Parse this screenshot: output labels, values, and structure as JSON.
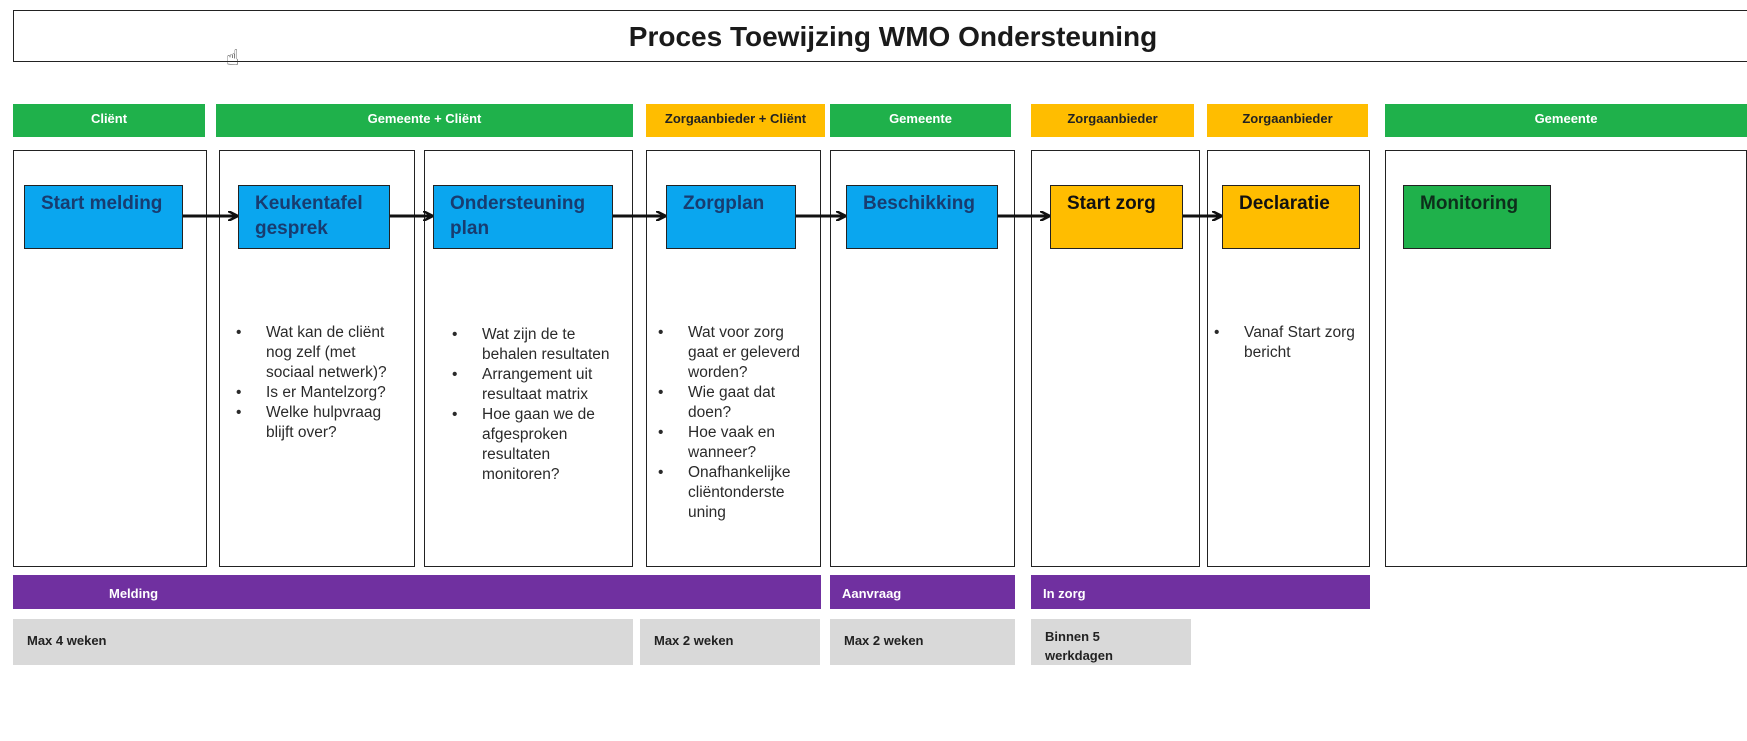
{
  "title": "Proces Toewijzing WMO Ondersteuning",
  "headers": [
    {
      "label": "Cliënt",
      "color": "#1fb14b"
    },
    {
      "label": "Gemeente + Cliënt",
      "color": "#1fb14b"
    },
    {
      "label": "Zorgaanbieder + Cliënt",
      "color": "#ffbd00"
    },
    {
      "label": "Gemeente",
      "color": "#1fb14b"
    },
    {
      "label": "Zorgaanbieder",
      "color": "#ffbd00"
    },
    {
      "label": "Zorgaanbieder",
      "color": "#ffbd00"
    },
    {
      "label": "Gemeente",
      "color": "#1fb14b"
    }
  ],
  "steps": [
    {
      "label": "Start melding",
      "color": "#0aa6ef"
    },
    {
      "label": "Keukentafel gesprek",
      "color": "#0aa6ef"
    },
    {
      "label": "Ondersteuning plan",
      "color": "#0aa6ef"
    },
    {
      "label": "Zorgplan",
      "color": "#0aa6ef"
    },
    {
      "label": "Beschikking",
      "color": "#0aa6ef"
    },
    {
      "label": "Start zorg",
      "color": "#ffbd00"
    },
    {
      "label": "Declaratie",
      "color": "#ffbd00"
    },
    {
      "label": "Monitoring",
      "color": "#1fb14b"
    }
  ],
  "details": {
    "keukentafel": [
      "Wat kan de cliënt nog zelf (met sociaal netwerk)?",
      "Is er Mantelzorg?",
      "Welke hulpvraag blijft over?"
    ],
    "ondersteuning": [
      "Wat zijn de te behalen resultaten",
      "Arrangement uit resultaat matrix",
      "Hoe gaan we de afgesproken resultaten monitoren?"
    ],
    "zorgplan": [
      "Wat voor zorg gaat er geleverd worden?",
      "Wie gaat dat doen?",
      "Hoe vaak en wanneer?",
      "Onafhankelijke cliëntonderste uning"
    ],
    "declaratie": [
      "Vanaf Start zorg bericht"
    ]
  },
  "phases": [
    {
      "label": "Melding",
      "color": "#7030a0"
    },
    {
      "label": "Aanvraag",
      "color": "#7030a0"
    },
    {
      "label": "In zorg",
      "color": "#7030a0"
    }
  ],
  "durations": [
    {
      "label": "Max 4 weken"
    },
    {
      "label": "Max 2 weken"
    },
    {
      "label": "Max 2 weken"
    },
    {
      "label": "Binnen 5 werkdagen"
    }
  ],
  "icons": {
    "cursor": "hand-cursor-icon"
  }
}
